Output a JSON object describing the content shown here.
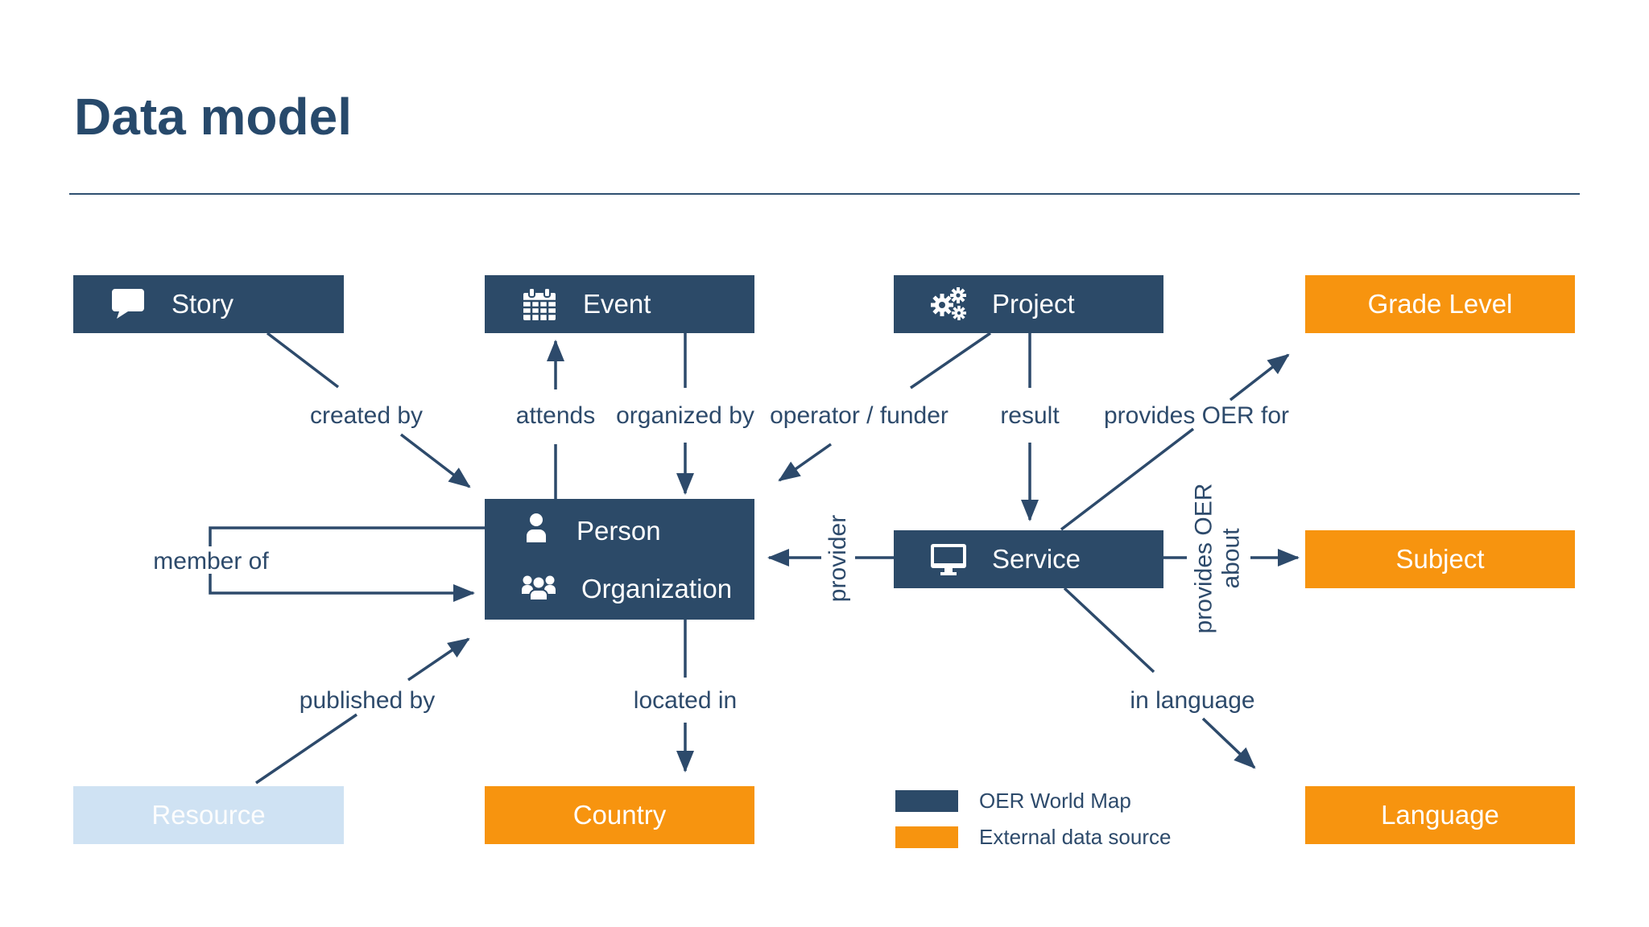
{
  "page": {
    "title": "Data model"
  },
  "colors": {
    "navy": "#2C4A68",
    "orange": "#F7940F",
    "light_blue": "#CFE2F3",
    "label_text": "#2D4A6B",
    "background": "#FFFFFF"
  },
  "nodes": {
    "story": {
      "label": "Story",
      "icon": "speech-bubble-icon",
      "type": "oer-world-map"
    },
    "event": {
      "label": "Event",
      "icon": "calendar-icon",
      "type": "oer-world-map"
    },
    "project": {
      "label": "Project",
      "icon": "gears-icon",
      "type": "oer-world-map"
    },
    "grade_level": {
      "label": "Grade Level",
      "type": "external-data-source"
    },
    "person_organization": {
      "person_label": "Person",
      "organization_label": "Organization",
      "person_icon": "person-icon",
      "organization_icon": "organization-icon",
      "type": "oer-world-map"
    },
    "service": {
      "label": "Service",
      "icon": "monitor-icon",
      "type": "oer-world-map"
    },
    "subject": {
      "label": "Subject",
      "type": "external-data-source"
    },
    "resource": {
      "label": "Resource",
      "type": "resource-light"
    },
    "country": {
      "label": "Country",
      "type": "external-data-source"
    },
    "language": {
      "label": "Language",
      "type": "external-data-source"
    }
  },
  "edges": {
    "created_by": "created by",
    "attends": "attends",
    "organized_by": "organized by",
    "operator_funder": "operator / funder",
    "result": "result",
    "provides_oer_for": "provides OER for",
    "member_of": "member of",
    "provider": "provider",
    "provides_oer_about_line1": "provides OER",
    "provides_oer_about_line2": "about",
    "published_by": "published by",
    "located_in": "located in",
    "in_language": "in language"
  },
  "legend": {
    "items": [
      {
        "label": "OER World Map",
        "color": "#2C4A68"
      },
      {
        "label": "External data source",
        "color": "#F7940F"
      }
    ]
  }
}
